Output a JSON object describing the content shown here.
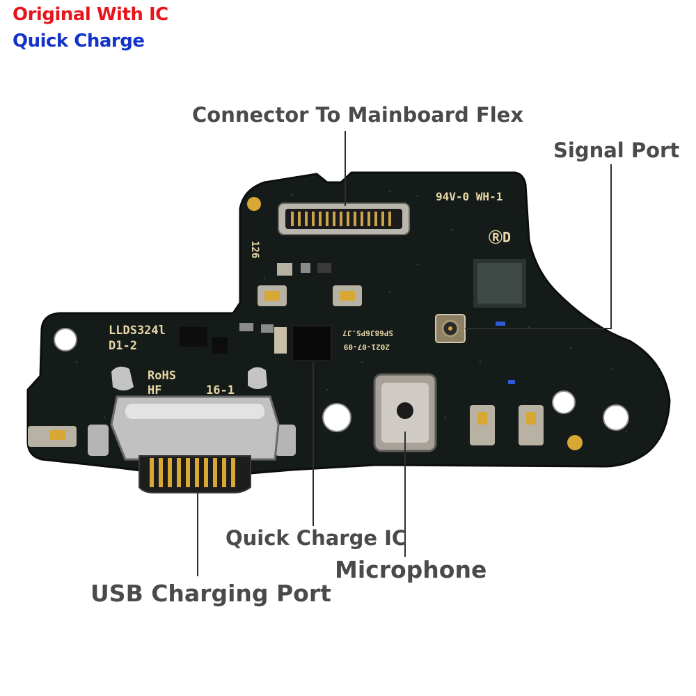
{
  "header": {
    "title_line1": "Original With IC",
    "title_line2": "Quick Charge",
    "title_line1_color": "#e8141b",
    "title_line2_color": "#1232c8"
  },
  "callouts": {
    "connector": "Connector To Mainboard Flex",
    "signal_port": "Signal Port",
    "quick_charge_ic": "Quick Charge IC",
    "microphone": "Microphone",
    "usb_port": "USB Charging Port"
  },
  "board": {
    "silkscreen": {
      "lldx": "LLDS324l",
      "d1": "D1-2",
      "rohs": "RoHS",
      "hf": "HF",
      "rev": "16-1",
      "rating": "94V-0 WH-1",
      "ul": "ⓇD",
      "side_code": "126",
      "date": "2021-07-09",
      "batch": "SP68J6PS.J7"
    },
    "colors": {
      "pcb": "#151b19",
      "gold": "#d7a833",
      "metal": "#bcbcbc",
      "line": "#2e2e2e"
    }
  }
}
